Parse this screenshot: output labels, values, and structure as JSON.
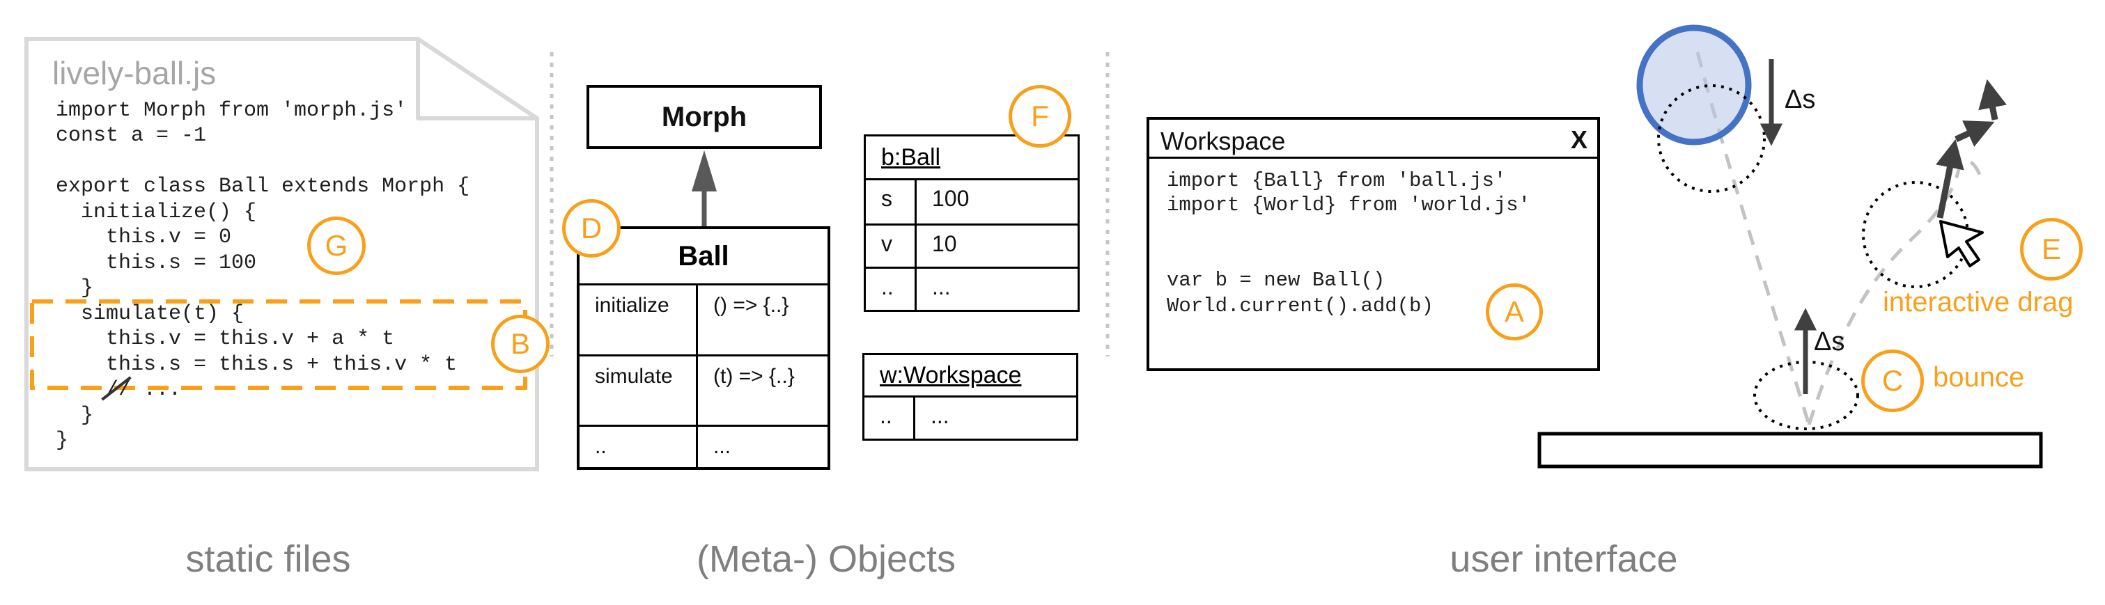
{
  "panels": {
    "static_files_label": "static files",
    "meta_objects_label": "(Meta-) Objects",
    "user_interface_label": "user interface"
  },
  "annotations": {
    "a": "A",
    "b": "B",
    "c": "C",
    "d": "D",
    "e": "E",
    "f": "F",
    "g": "G"
  },
  "file": {
    "name": "lively-ball.js",
    "code_lines": [
      "import Morph from 'morph.js'",
      "const a = -1",
      "",
      "export class Ball extends Morph {",
      "  initialize() {",
      "    this.v = 0",
      "    this.s = 100",
      "  }",
      "  simulate(t) {",
      "    this.v = this.v + a * t",
      "    this.s = this.s + this.v * t",
      "    // ...",
      "  }",
      "}"
    ]
  },
  "class_diagram": {
    "superclass": "Morph",
    "ball": {
      "name": "Ball",
      "rows": [
        [
          "initialize",
          "() => {..}"
        ],
        [
          "simulate",
          "(t) => {..}"
        ],
        [
          "..",
          "..."
        ]
      ]
    }
  },
  "objects": {
    "ball_instance": {
      "title": "b:Ball",
      "rows": [
        [
          "s",
          "100"
        ],
        [
          "v",
          "10"
        ],
        [
          "..",
          "..."
        ]
      ]
    },
    "workspace_instance": {
      "title": "w:Workspace",
      "rows": [
        [
          "..",
          "..."
        ]
      ]
    }
  },
  "workspace_window": {
    "title": "Workspace",
    "close_label": "X",
    "code_lines": [
      "import {Ball} from 'ball.js'",
      "import {World} from 'world.js'",
      "",
      "",
      "var b = new Ball()",
      "World.current().add(b)"
    ]
  },
  "illustration": {
    "delta_s": "Δs",
    "bounce_label": "bounce",
    "drag_label": "interactive drag"
  },
  "colors": {
    "accent_orange": "#F9A01B",
    "label_gray": "#7F7F7F",
    "ball_stroke": "#4472C4",
    "ball_fill": "#B4C7E7",
    "file_border": "#D9D9D9",
    "arrow_dark": "#404040"
  }
}
